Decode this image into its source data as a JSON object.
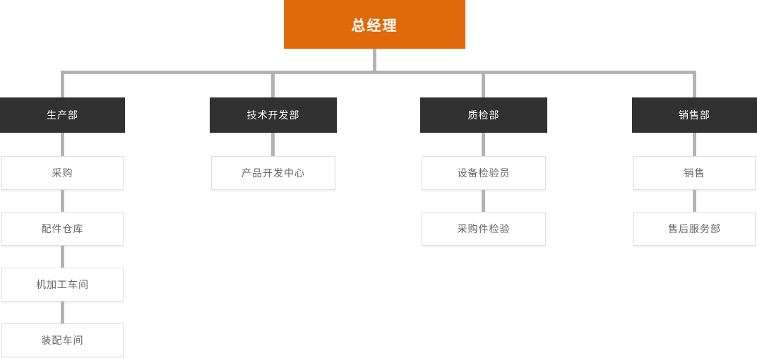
{
  "chart_data": {
    "type": "org-chart",
    "title": "总经理",
    "root": {
      "label": "总经理"
    },
    "departments": [
      {
        "label": "生产部",
        "children": [
          "采购",
          "配件仓库",
          "机加工车间",
          "装配车间"
        ]
      },
      {
        "label": "技术开发部",
        "children": [
          "产品开发中心"
        ]
      },
      {
        "label": "质检部",
        "children": [
          "设备检验员",
          "采购件检验"
        ]
      },
      {
        "label": "销售部",
        "children": [
          "销售",
          "售后服务部"
        ]
      }
    ],
    "colors": {
      "root_fill": "#E0690A",
      "department_fill": "#313131",
      "node_text_on_dark": "#FFFFFF",
      "leaf_fill": "#FFFFFF",
      "leaf_border": "#E0E0E0",
      "leaf_text": "#666666",
      "connector": "#B3B3B3"
    },
    "layout": "4 columns, top-down tree, connectors as thick gray lines"
  }
}
